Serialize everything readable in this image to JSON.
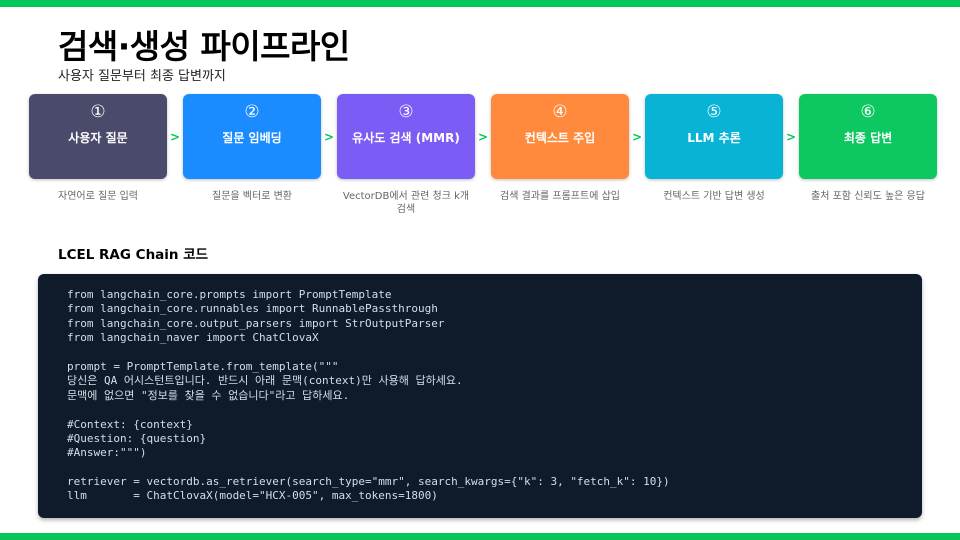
{
  "title": "검색·생성 파이프라인",
  "subtitle": "사용자 질문부터 최종 답변까지",
  "steps": [
    {
      "num": "①",
      "label": "사용자 질문",
      "desc": "자연어로 질문 입력",
      "color": "#4a4a6a"
    },
    {
      "num": "②",
      "label": "질문 임베딩",
      "desc": "질문을 벡터로 변환",
      "color": "#1a8cff"
    },
    {
      "num": "③",
      "label": "유사도 검색 (MMR)",
      "desc": "VectorDB에서 관련 청크 k개 검색",
      "color": "#7b5cf5"
    },
    {
      "num": "④",
      "label": "컨텍스트 주입",
      "desc": "검색 결과를 프롬프트에 삽입",
      "color": "#ff8a3d"
    },
    {
      "num": "⑤",
      "label": "LLM 추론",
      "desc": "컨텍스트 기반 답변 생성",
      "color": "#08b3d6"
    },
    {
      "num": "⑥",
      "label": "최종 답변",
      "desc": "출처 포함 신뢰도 높은 응답",
      "color": "#0dc760"
    }
  ],
  "arrow_glyph": ">",
  "accent_color": "#03c75a",
  "code_heading": "LCEL RAG Chain 코드",
  "code_lines": [
    "from langchain_core.prompts import PromptTemplate",
    "from langchain_core.runnables import RunnablePassthrough",
    "from langchain_core.output_parsers import StrOutputParser",
    "from langchain_naver import ChatClovaX",
    "",
    "prompt = PromptTemplate.from_template(\"\"\"",
    "당신은 QA 어시스턴트입니다. 반드시 아래 문맥(context)만 사용해 답하세요.",
    "문맥에 없으면 \"정보를 찾을 수 없습니다\"라고 답하세요.",
    "",
    "#Context: {context}",
    "#Question: {question}",
    "#Answer:\"\"\")",
    "",
    "retriever = vectordb.as_retriever(search_type=\"mmr\", search_kwargs={\"k\": 3, \"fetch_k\": 10})",
    "llm       = ChatClovaX(model=\"HCX-005\", max_tokens=1800)"
  ]
}
